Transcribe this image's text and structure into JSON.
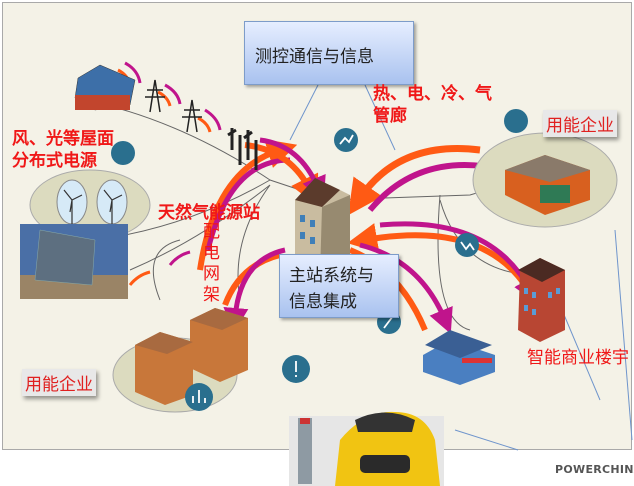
{
  "labels": {
    "monitoring_box": "测控通信与信息",
    "master_station_box_line1": "主站系统与",
    "master_station_box_line2": "信息集成",
    "pipeline_line1": "热、电、冷、气",
    "pipeline_line2": "管廊",
    "enterprise_top_right": "用能企业",
    "distributed_line1": "风、光等屋面",
    "distributed_line2": "分布式电源",
    "gas_station": "天然气能源站",
    "distribution_grid": "配电网架",
    "enterprise_bottom_left": "用能企业",
    "smart_building": "智能商业楼宇",
    "watermark": "POWERCHINA"
  },
  "colors": {
    "background": "#f4f2e7",
    "arrow_orange": "#ff5a14",
    "arrow_magenta": "#c0148c",
    "label_red": "#f01818",
    "icon_teal": "#2a6f8e"
  }
}
